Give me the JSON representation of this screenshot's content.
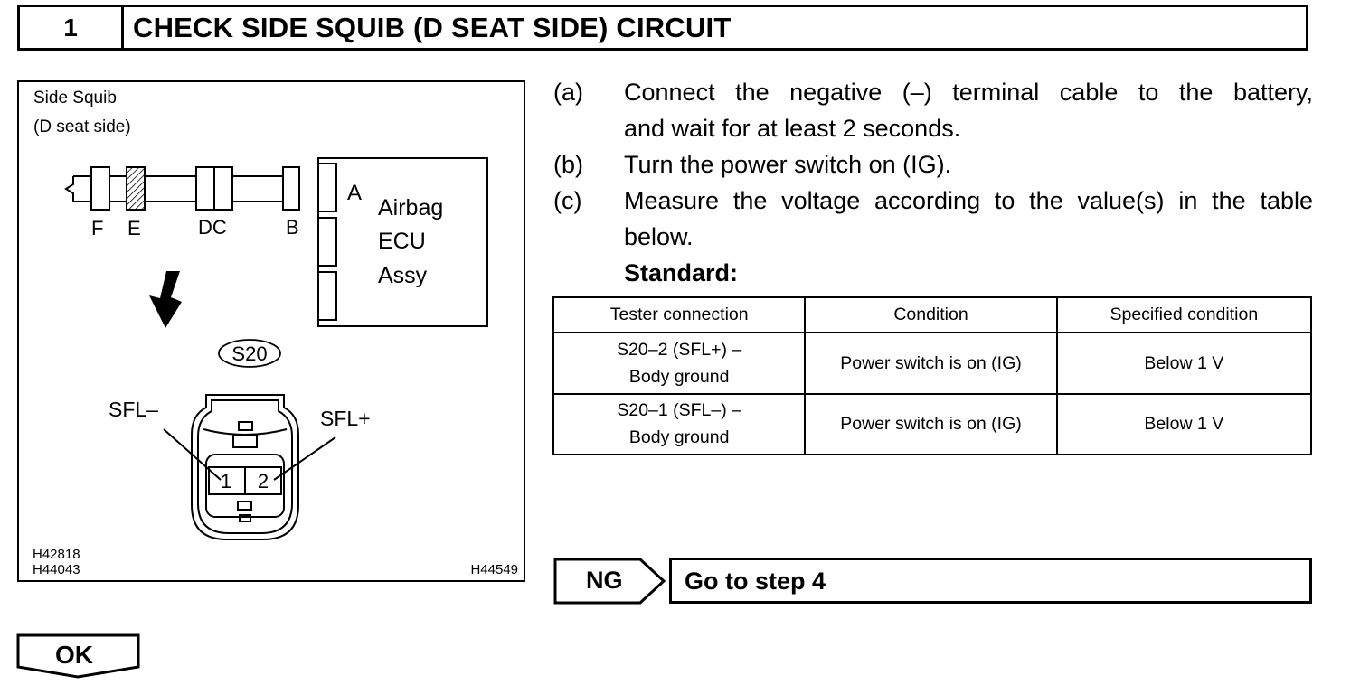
{
  "header": {
    "step_number": "1",
    "title": "CHECK SIDE SQUIB (D SEAT SIDE) CIRCUIT"
  },
  "figure": {
    "caption_line1": "Side Squib",
    "caption_line2": "(D seat side)",
    "connector_labels": {
      "f": "F",
      "e": "E",
      "dc": "DC",
      "b": "B",
      "a": "A"
    },
    "ecu_lines": [
      "Airbag",
      "ECU",
      "Assy"
    ],
    "connector_id": "S20",
    "pin_minus_label": "SFL–",
    "pin_plus_label": "SFL+",
    "pin1": "1",
    "pin2": "2",
    "code_left_1": "H42818",
    "code_left_2": "H44043",
    "code_right": "H44549"
  },
  "steps": [
    {
      "label": "(a)",
      "lines": [
        "Connect the negative (–) terminal cable to the battery,",
        "and wait for at least 2 seconds."
      ]
    },
    {
      "label": "(b)",
      "lines": [
        "Turn the power switch on (IG)."
      ]
    },
    {
      "label": "(c)",
      "lines": [
        "Measure the voltage according to the value(s) in the table",
        "below."
      ]
    }
  ],
  "standard_label": "Standard:",
  "table": {
    "headers": [
      "Tester connection",
      "Condition",
      "Specified condition"
    ],
    "rows": [
      {
        "connection_line1": "S20–2 (SFL+) –",
        "connection_line2": "Body ground",
        "condition": "Power switch is on (IG)",
        "specified": "Below 1 V"
      },
      {
        "connection_line1": "S20–1 (SFL–) –",
        "connection_line2": "Body ground",
        "condition": "Power switch is on (IG)",
        "specified": "Below 1 V"
      }
    ]
  },
  "ng": {
    "label": "NG",
    "action": "Go to step 4"
  },
  "ok": {
    "label": "OK"
  }
}
